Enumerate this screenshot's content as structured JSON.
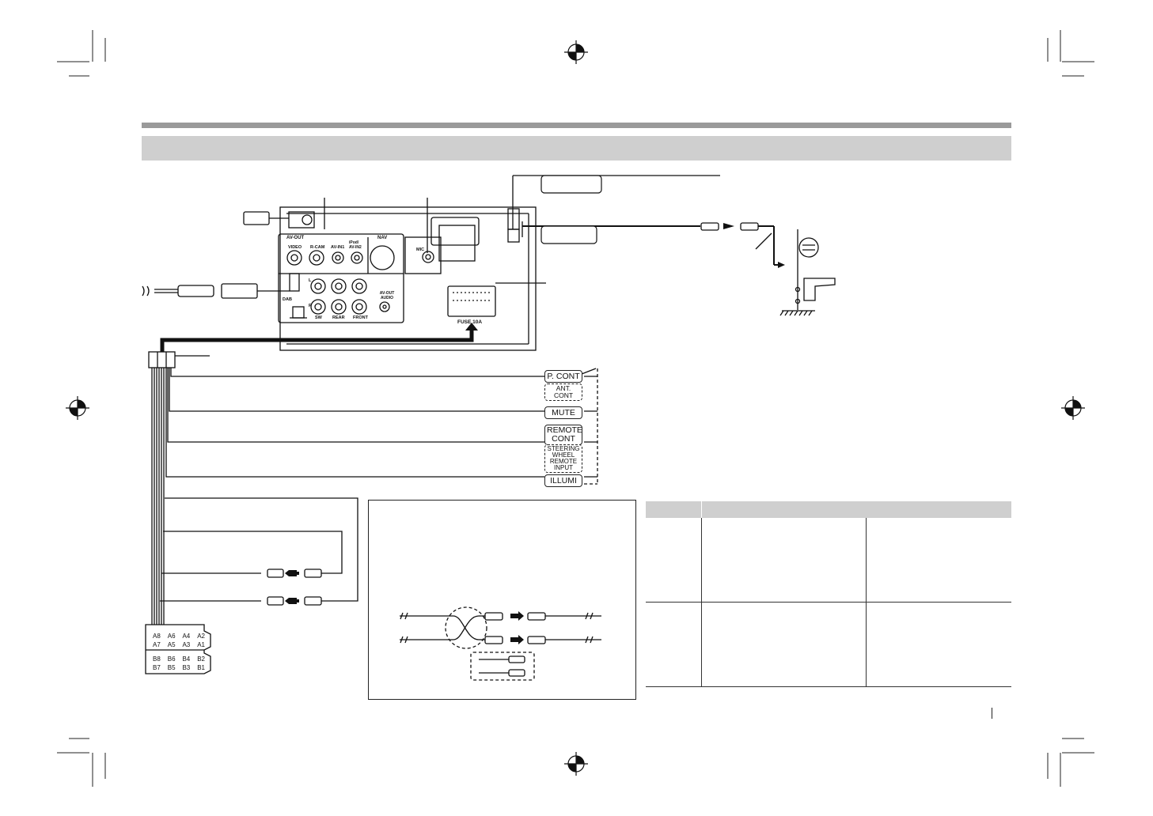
{
  "head_unit": {
    "jacks": {
      "av_out": "AV-OUT",
      "video": "VIDEO",
      "r_cam": "R-CAM",
      "av_in1": "AV-IN1",
      "ipod_av_in2": "iPod/ AV-IN2",
      "nav": "NAV",
      "mic": "MIC",
      "dab": "DAB",
      "sw": "SW",
      "rear": "REAR",
      "front": "FRONT",
      "av_out_audio": "AV-OUT AUDIO",
      "left": "L",
      "right": "R"
    },
    "fuse": "FUSE 10A"
  },
  "wire_labels": [
    {
      "text": "P. CONT",
      "dashed": false
    },
    {
      "text": "ANT. CONT",
      "dashed": true
    },
    {
      "text": "MUTE",
      "dashed": false
    },
    {
      "text": "REMOTE CONT",
      "dashed": false
    },
    {
      "text": "STEERING WHEEL REMOTE INPUT",
      "dashed": true
    },
    {
      "text": "ILLUMI",
      "dashed": false
    }
  ],
  "iso_connector": {
    "row_a_top": [
      "A8",
      "A6",
      "A4",
      "A2"
    ],
    "row_a_bottom": [
      "A7",
      "A5",
      "A3",
      "A1"
    ],
    "row_b_top": [
      "B8",
      "B6",
      "B4",
      "B2"
    ],
    "row_b_bottom": [
      "B7",
      "B5",
      "B3",
      "B1"
    ]
  },
  "colors": {
    "header_bar": "#9a9a9a",
    "section_bar": "#cfcfcf",
    "table_header": "#cfcfcf",
    "line": "#111111"
  }
}
